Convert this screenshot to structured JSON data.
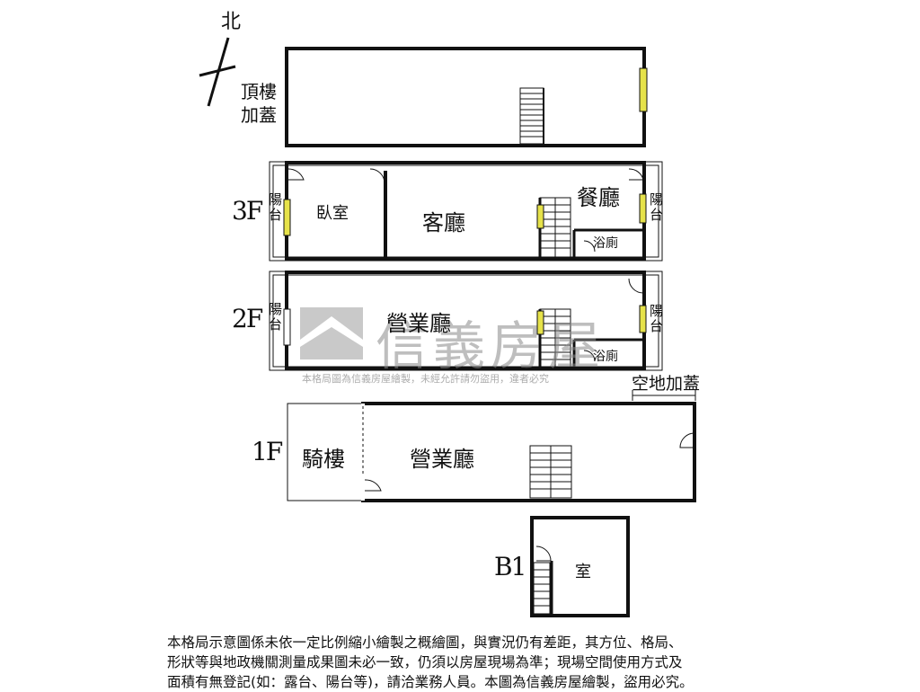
{
  "north": {
    "label": "北"
  },
  "roof": {
    "label_line1": "頂樓",
    "label_line2": "加蓋"
  },
  "floor3": {
    "floor_label": "3F",
    "left_balcony": "陽台",
    "bedroom": "臥室",
    "living_room": "客廳",
    "dining_room": "餐廳",
    "right_balcony": "陽台",
    "bathroom": "浴廁"
  },
  "floor2": {
    "floor_label": "2F",
    "left_balcony": "陽台",
    "business_hall": "營業廳",
    "right_balcony": "陽台",
    "bathroom": "浴廁"
  },
  "floor1": {
    "floor_label": "1F",
    "arcade": "騎樓",
    "business_hall": "營業廳",
    "open_extension": "空地加蓋"
  },
  "basement": {
    "floor_label": "B1",
    "room": "室"
  },
  "watermark": {
    "brand": "信義房屋",
    "notice": "本格局圖為信義房屋繪製，未經允許請勿盜用，違者必究"
  },
  "footer": {
    "line1": "本格局示意圖係未依一定比例縮小繪製之概繪圖，與實況仍有差距，其方位、格局、",
    "line2": "形狀等與地政機關測量成果圖未必一致，仍須以房屋現場為準；現場空間使用方式及",
    "line3": "面積有無登記(如：露台、陽台等)，請洽業務人員。本圖為信義房屋繪製，盜用必究。"
  },
  "colors": {
    "wall": "#111111",
    "window": "#e6e24a",
    "watermark": "#8a8a8a"
  }
}
